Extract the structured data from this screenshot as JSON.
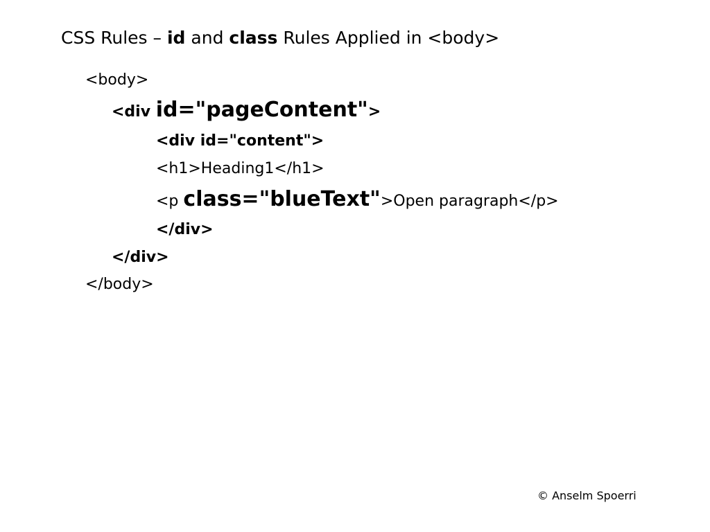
{
  "title": {
    "part1": "CSS Rules – ",
    "id_word": "id",
    "part2": " and ",
    "class_word": "class",
    "part3": " Rules Applied in <body>"
  },
  "code": {
    "body_open": "<body>",
    "div_page_open_tag": "<div ",
    "div_page_attr": "id=\"pageContent\"",
    "div_page_close_bracket": ">",
    "div_content": "<div id=\"content\">",
    "h1_line": "<h1>Heading1</h1>",
    "p_open": "<p ",
    "p_attr": "class=\"blueText\"",
    "p_rest": ">Open paragraph</p>",
    "div_content_close": "</div>",
    "div_page_close": "</div>",
    "body_close": "</body>"
  },
  "footer": "© Anselm Spoerri"
}
